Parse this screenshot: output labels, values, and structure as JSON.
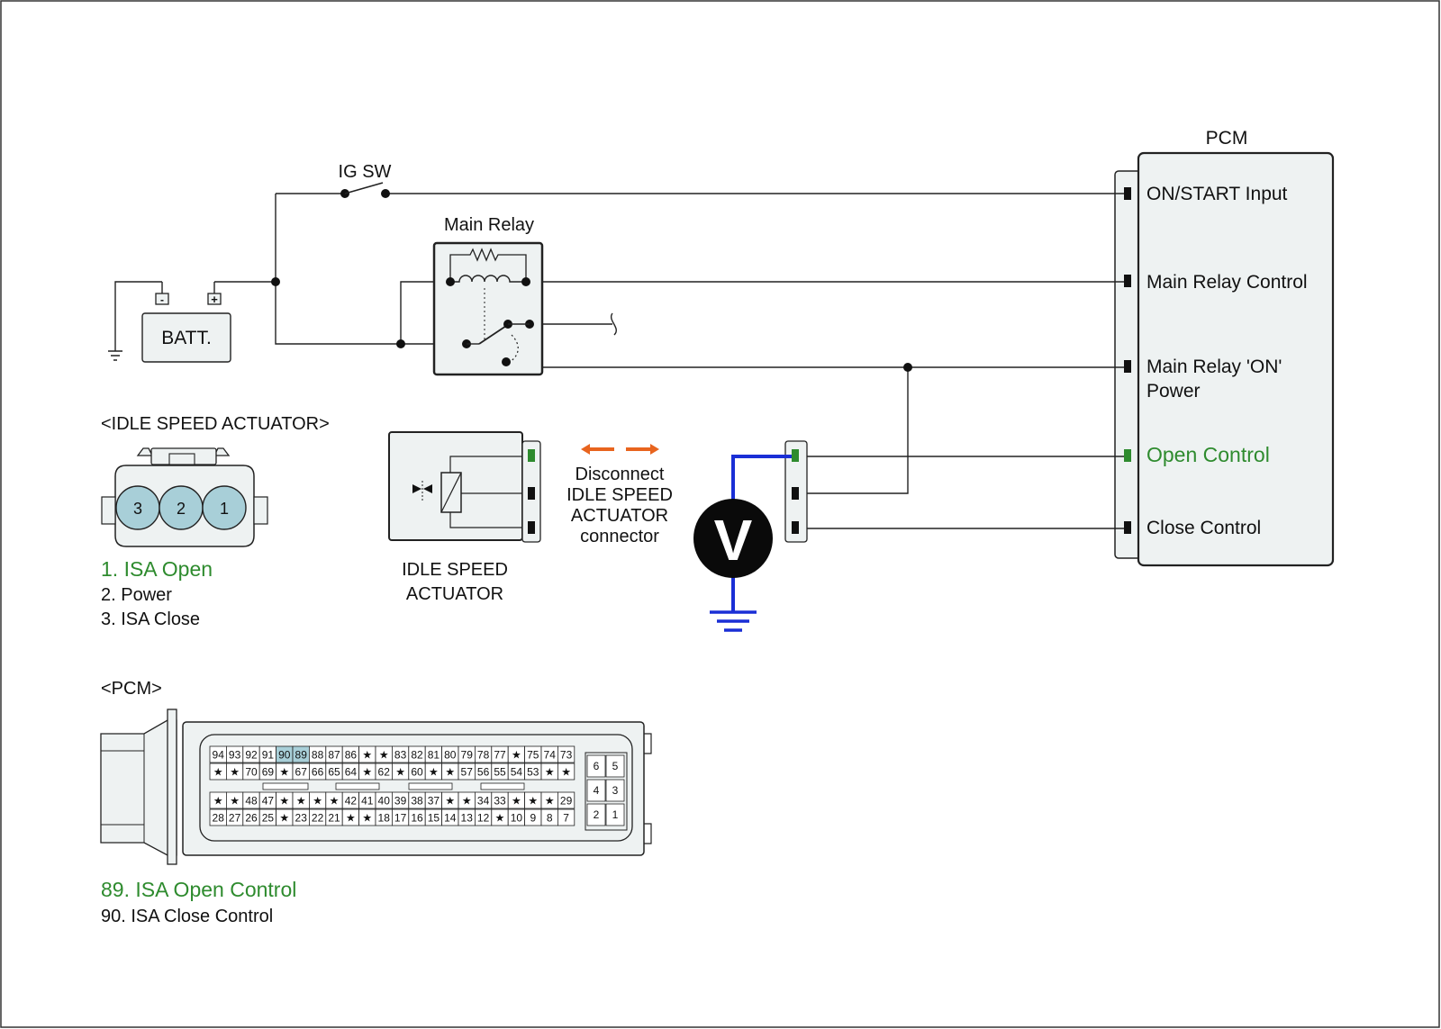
{
  "pcm_box": {
    "title": "PCM",
    "pins": [
      {
        "label": "ON/START Input",
        "highlight": false
      },
      {
        "label": "Main Relay Control",
        "highlight": false
      },
      {
        "label": "Main Relay 'ON'",
        "label2": "Power",
        "highlight": false
      },
      {
        "label": "Open Control",
        "highlight": true
      },
      {
        "label": "Close Control",
        "highlight": false
      }
    ]
  },
  "ig_switch_label": "IG SW",
  "main_relay_label": "Main Relay",
  "battery_label": "BATT.",
  "battery_minus": "-",
  "battery_plus": "+",
  "voltmeter_symbol": "V",
  "isa_connector": {
    "title": "<IDLE SPEED ACTUATOR>",
    "cavities": [
      "3",
      "2",
      "1"
    ],
    "legend": [
      {
        "text": "1. ISA Open",
        "highlight": true
      },
      {
        "text": "2. Power",
        "highlight": false
      },
      {
        "text": "3. ISA Close",
        "highlight": false
      }
    ]
  },
  "isa_component": {
    "line1": "IDLE SPEED",
    "line2": "ACTUATOR"
  },
  "disconnect_note": [
    "Disconnect",
    "IDLE SPEED",
    "ACTUATOR",
    "connector"
  ],
  "pcm_connector": {
    "title": "<PCM>",
    "rows": [
      [
        "94",
        "93",
        "92",
        "91",
        "90",
        "89",
        "88",
        "87",
        "86",
        "★",
        "★",
        "83",
        "82",
        "81",
        "80",
        "79",
        "78",
        "77",
        "★",
        "75",
        "74",
        "73"
      ],
      [
        "★",
        "★",
        "70",
        "69",
        "★",
        "67",
        "66",
        "65",
        "64",
        "★",
        "62",
        "★",
        "60",
        "★",
        "★",
        "57",
        "56",
        "55",
        "54",
        "53",
        "★",
        "★"
      ],
      [
        "★",
        "★",
        "48",
        "47",
        "★",
        "★",
        "★",
        "★",
        "42",
        "41",
        "40",
        "39",
        "38",
        "37",
        "★",
        "★",
        "34",
        "33",
        "★",
        "★",
        "★",
        "29"
      ],
      [
        "28",
        "27",
        "26",
        "25",
        "★",
        "23",
        "22",
        "21",
        "★",
        "★",
        "18",
        "17",
        "16",
        "15",
        "14",
        "13",
        "12",
        "★",
        "10",
        "9",
        "8",
        "7"
      ]
    ],
    "highlighted_pins": [
      "90",
      "89"
    ],
    "small_block": [
      [
        "6",
        "5"
      ],
      [
        "4",
        "3"
      ],
      [
        "2",
        "1"
      ]
    ],
    "legend": [
      {
        "text": "89. ISA Open Control",
        "highlight": true
      },
      {
        "text": "90. ISA Close Control",
        "highlight": false
      }
    ]
  },
  "colors": {
    "highlight_text": "#2e8b2e",
    "cavity_fill": "#a8cfd8",
    "pin_highlight": "#a8cfd8",
    "probe_lead": "#1a2fd6",
    "disconnect_arrows": "#e8641e",
    "box_fill": "#eef2f2"
  }
}
